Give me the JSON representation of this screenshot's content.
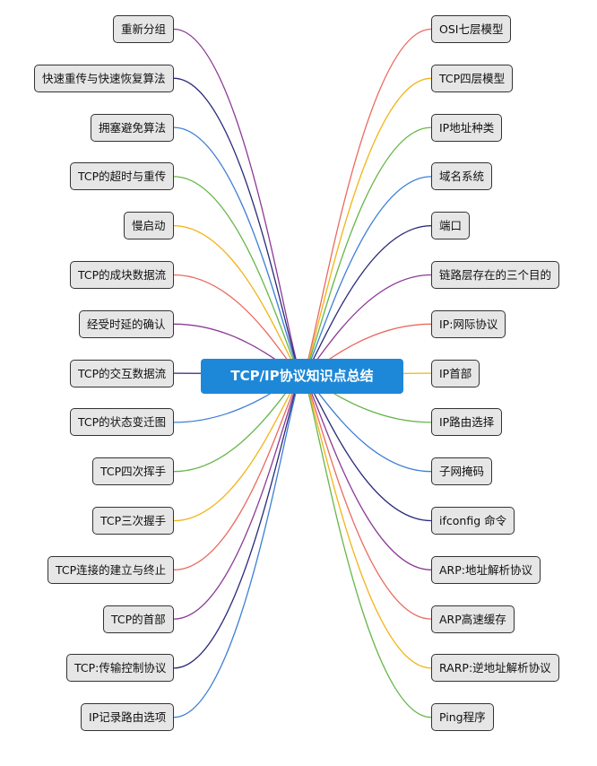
{
  "center": {
    "title": "TCP/IP协议知识点总结"
  },
  "left": [
    {
      "label": "重新分组",
      "color": "#8b3a96"
    },
    {
      "label": "快速重传与快速恢复算法",
      "color": "#2a2a7a"
    },
    {
      "label": "拥塞避免算法",
      "color": "#3d7fd6"
    },
    {
      "label": "TCP的超时与重传",
      "color": "#67b649"
    },
    {
      "label": "慢启动",
      "color": "#f2b417"
    },
    {
      "label": "TCP的成块数据流",
      "color": "#ea6a5f"
    },
    {
      "label": "经受时延的确认",
      "color": "#8b3a96"
    },
    {
      "label": "TCP的交互数据流",
      "color": "#2a2a7a"
    },
    {
      "label": "TCP的状态变迁图",
      "color": "#3d7fd6"
    },
    {
      "label": "TCP四次挥手",
      "color": "#67b649"
    },
    {
      "label": "TCP三次握手",
      "color": "#f2b417"
    },
    {
      "label": "TCP连接的建立与终止",
      "color": "#ea6a5f"
    },
    {
      "label": "TCP的首部",
      "color": "#8b3a96"
    },
    {
      "label": "TCP:传输控制协议",
      "color": "#2a2a7a"
    },
    {
      "label": "IP记录路由选项",
      "color": "#3d7fd6"
    }
  ],
  "right": [
    {
      "label": "OSI七层模型",
      "color": "#ea6a5f"
    },
    {
      "label": "TCP四层模型",
      "color": "#f2b417"
    },
    {
      "label": "IP地址种类",
      "color": "#67b649"
    },
    {
      "label": "域名系统",
      "color": "#3d7fd6"
    },
    {
      "label": "端口",
      "color": "#2a2a7a"
    },
    {
      "label": "链路层存在的三个目的",
      "color": "#8b3a96"
    },
    {
      "label": "IP:网际协议",
      "color": "#ea6a5f"
    },
    {
      "label": "IP首部",
      "color": "#f2b417"
    },
    {
      "label": "IP路由选择",
      "color": "#67b649"
    },
    {
      "label": "子网掩码",
      "color": "#3d7fd6"
    },
    {
      "label": "ifconfig 命令",
      "color": "#2a2a7a"
    },
    {
      "label": "ARP:地址解析协议",
      "color": "#8b3a96"
    },
    {
      "label": "ARP高速缓存",
      "color": "#ea6a5f"
    },
    {
      "label": "RARP:逆地址解析协议",
      "color": "#f2b417"
    },
    {
      "label": "Ping程序",
      "color": "#67b649"
    }
  ]
}
